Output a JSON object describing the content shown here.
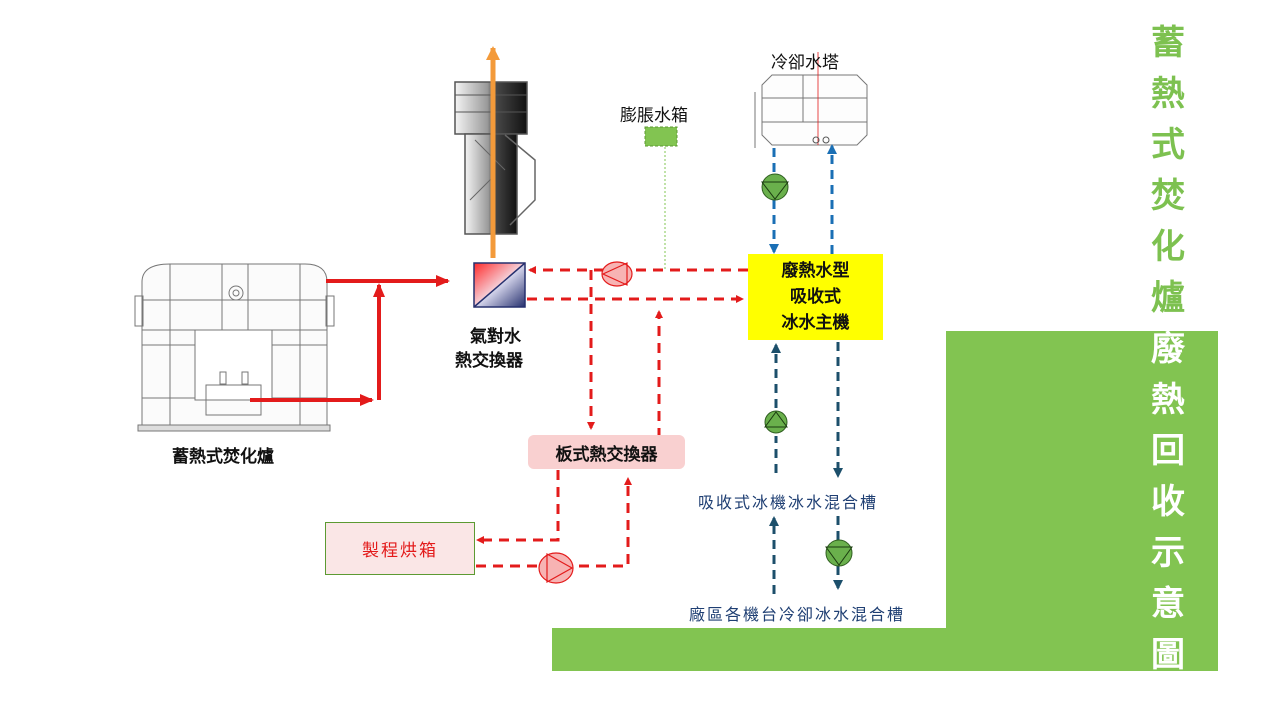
{
  "title": {
    "text": "蓄熱式焚化爐廢熱回收示意圖",
    "chars": [
      "蓄",
      "熱",
      "式",
      "焚",
      "化",
      "爐",
      "廢",
      "熱",
      "回",
      "收",
      "示",
      "意",
      "圖"
    ],
    "color_on_white": "#7dc150",
    "color_on_green": "#ffffff"
  },
  "colors": {
    "panel_green": "#82c451",
    "hot_pipe_red": "#e31b1b",
    "cool_pipe_blue": "#1a6fb5",
    "chilled_pipe_navy": "#1c4f6b",
    "chiller_yellow": "#ffff00",
    "plate_hx_pink": "#f9d0d0",
    "oven_fill": "#fae6e6",
    "pump_green": "#6ab04c",
    "pump_red": "#f7b3b3",
    "chimney_flow_orange": "#f39a3a",
    "expansion_tank": "#82c451"
  },
  "components": {
    "incinerator": {
      "label": "蓄熱式焚化爐"
    },
    "chimney": {
      "label": ""
    },
    "gas_water_hx": {
      "label_line1": "氣對水",
      "label_line2": "熱交換器"
    },
    "expansion_tank": {
      "label": "膨脹水箱"
    },
    "cooling_tower": {
      "label": "冷卻水塔"
    },
    "chiller": {
      "line1": "廢熱水型",
      "line2": "吸收式",
      "line3": "冰水主機"
    },
    "plate_hx": {
      "label": "板式熱交換器"
    },
    "process_oven": {
      "label": "製程烘箱"
    },
    "absorption_mix_tank": {
      "label": "吸收式冰機冰水混合槽"
    },
    "plant_mix_tank": {
      "label": "廠區各機台冷卻冰水混合槽"
    }
  }
}
